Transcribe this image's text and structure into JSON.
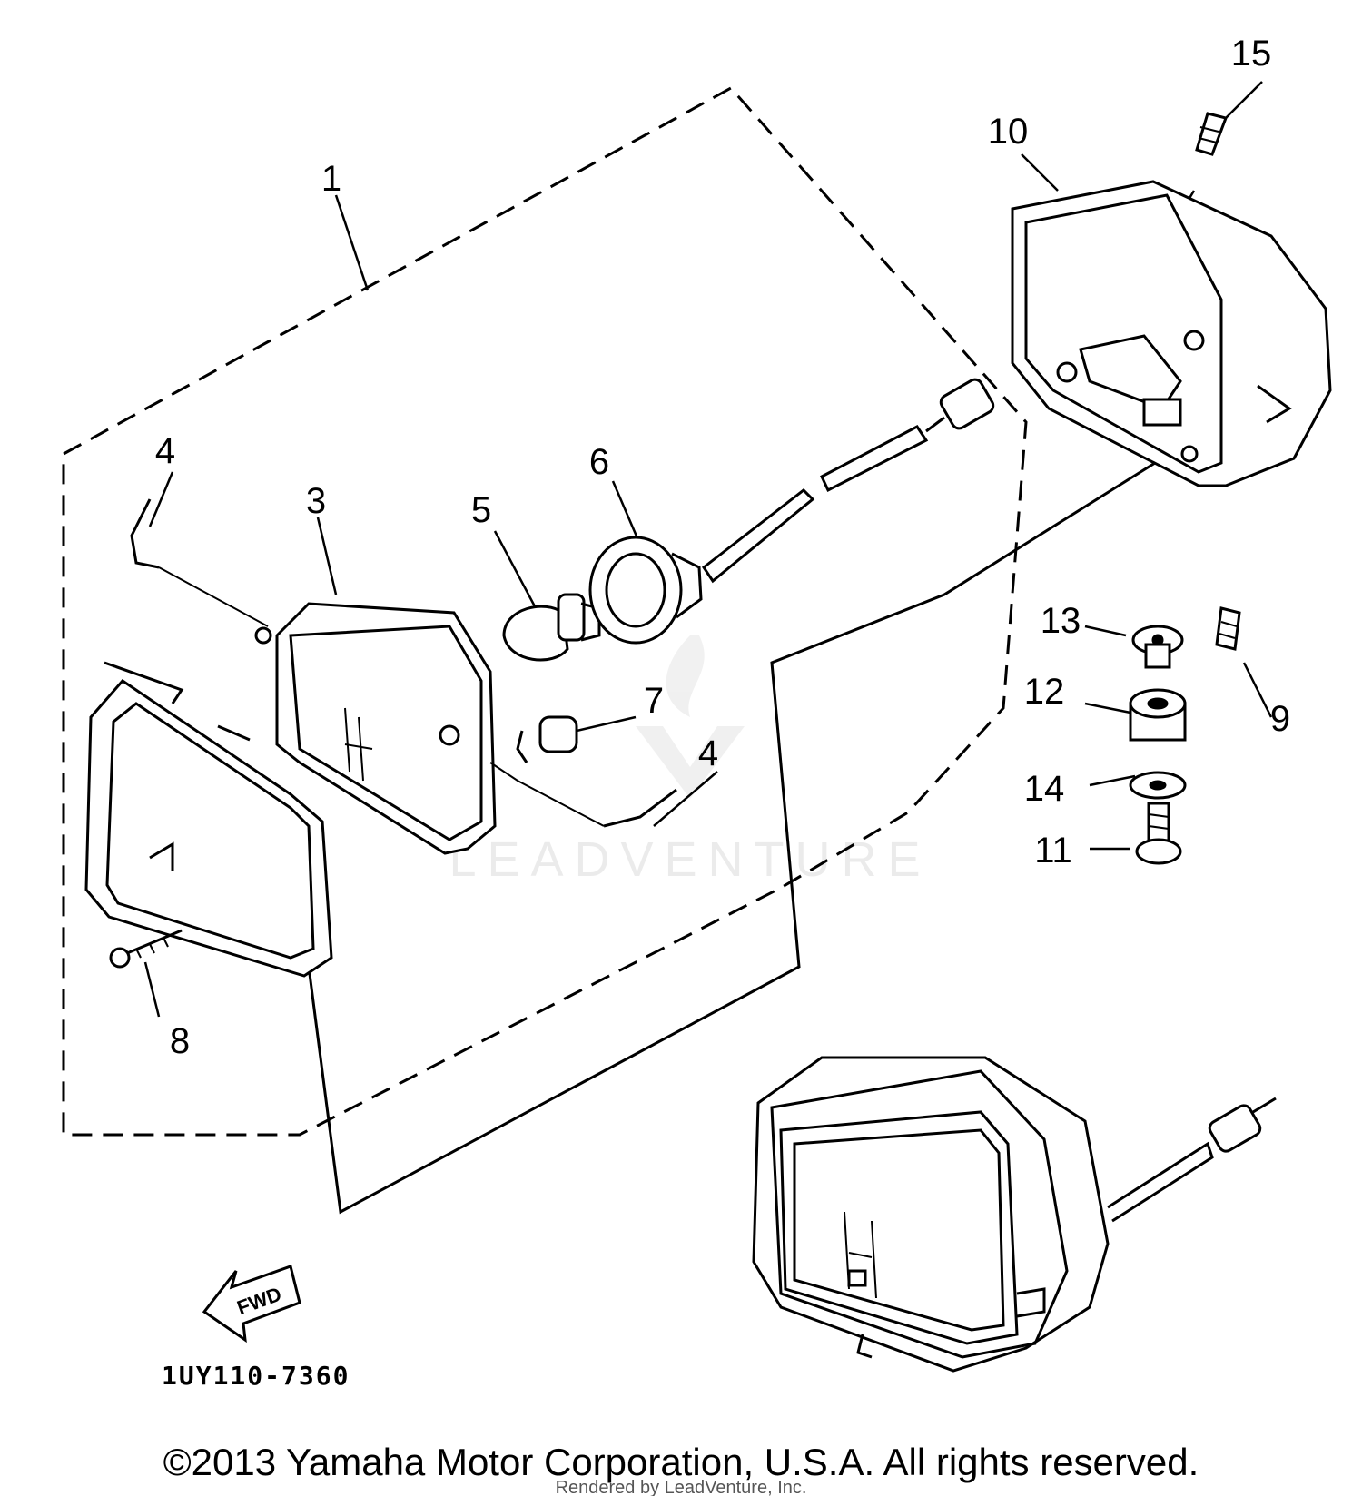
{
  "diagram": {
    "callouts": [
      "1",
      "3",
      "4",
      "5",
      "6",
      "7",
      "4",
      "8",
      "9",
      "10",
      "11",
      "12",
      "13",
      "14",
      "15"
    ],
    "direction_marker": "FWD",
    "drawing_code": "1UY110-7360",
    "watermark": "LEADVENTURE"
  },
  "footer": {
    "copyright": "©2013 Yamaha Motor Corporation, U.S.A. All rights reserved.",
    "rendered_by": "Rendered by LeadVenture, Inc."
  }
}
